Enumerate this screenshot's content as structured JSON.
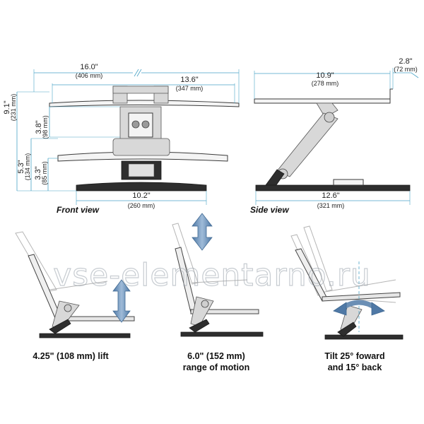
{
  "front_view": {
    "label": "Front view",
    "total_width": {
      "inch": "16.0\"",
      "mm": "(406 mm)"
    },
    "tray_width": {
      "inch": "13.6\"",
      "mm": "(347 mm)"
    },
    "base_width": {
      "inch": "10.2\"",
      "mm": "(260 mm)"
    },
    "total_height": {
      "inch": "9.1\"",
      "mm": "(231 mm)"
    },
    "lift_height": {
      "inch": "3.8\"",
      "mm": "(98 mm)"
    },
    "tray_height": {
      "inch": "5.3\"",
      "mm": "(134 mm)"
    },
    "base_height": {
      "inch": "3.3\"",
      "mm": "(85 mm)"
    }
  },
  "side_view": {
    "label": "Side view",
    "tray_depth": {
      "inch": "10.9\"",
      "mm": "(278 mm)"
    },
    "lip_depth": {
      "inch": "2.8\"",
      "mm": "(72 mm)"
    },
    "base_depth": {
      "inch": "12.6\"",
      "mm": "(321 mm)"
    }
  },
  "motion_views": [
    {
      "line1": "4.25\" (108 mm) lift",
      "line2": ""
    },
    {
      "line1": "6.0\" (152 mm)",
      "line2": "range of motion"
    },
    {
      "line1": "Tilt 25° foward",
      "line2": "and 15° back"
    }
  ],
  "watermark": "vse-elementarno.ru",
  "colors": {
    "dimension_line": "#4aa3c6",
    "arrow_fill": "#6b8fb5",
    "arrow_stroke": "#3f6892"
  }
}
